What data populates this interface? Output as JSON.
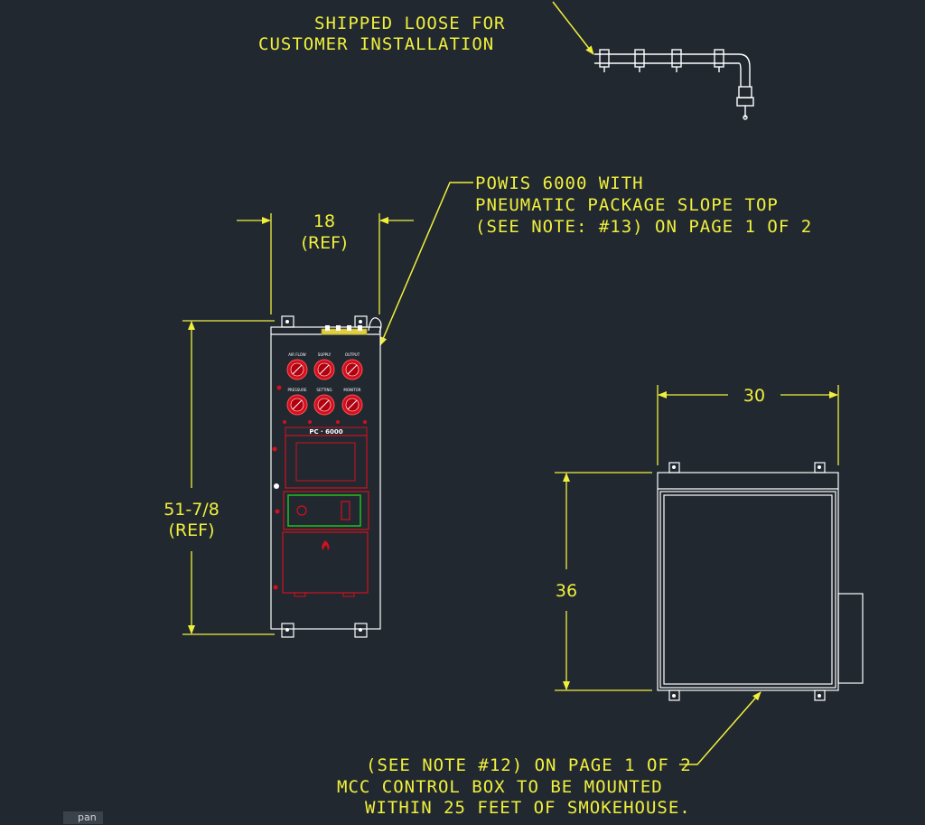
{
  "notes": {
    "shipped_loose": [
      "SHIPPED LOOSE FOR",
      "CUSTOMER INSTALLATION"
    ],
    "powis": [
      "POWIS 6000 WITH",
      "PNEUMATIC PACKAGE SLOPE TOP",
      "(SEE NOTE: #13) ON PAGE 1 OF 2"
    ],
    "mcc": [
      "(SEE NOTE #12) ON PAGE 1 OF 2",
      "MCC CONTROL BOX TO BE MOUNTED",
      "WITHIN 25 FEET OF SMOKEHOUSE."
    ]
  },
  "dimensions": {
    "panel_width": "18",
    "panel_width_ref": "(REF)",
    "panel_height": "51-7/8",
    "panel_height_ref": "(REF)",
    "box_width": "30",
    "box_height": "36"
  },
  "panel": {
    "brand": "PC · 6000",
    "gauge_labels": [
      "AIR FLOW",
      "SUPPLY",
      "OUTPUT",
      "PRESSURE",
      "SETTING",
      "MONITOR"
    ]
  },
  "command_line": {
    "label": "pan"
  },
  "colors": {
    "background": "#212830",
    "annotation": "#f0f03c",
    "linework": "#ffffff",
    "red": "#d4101e",
    "green": "#20c020"
  }
}
